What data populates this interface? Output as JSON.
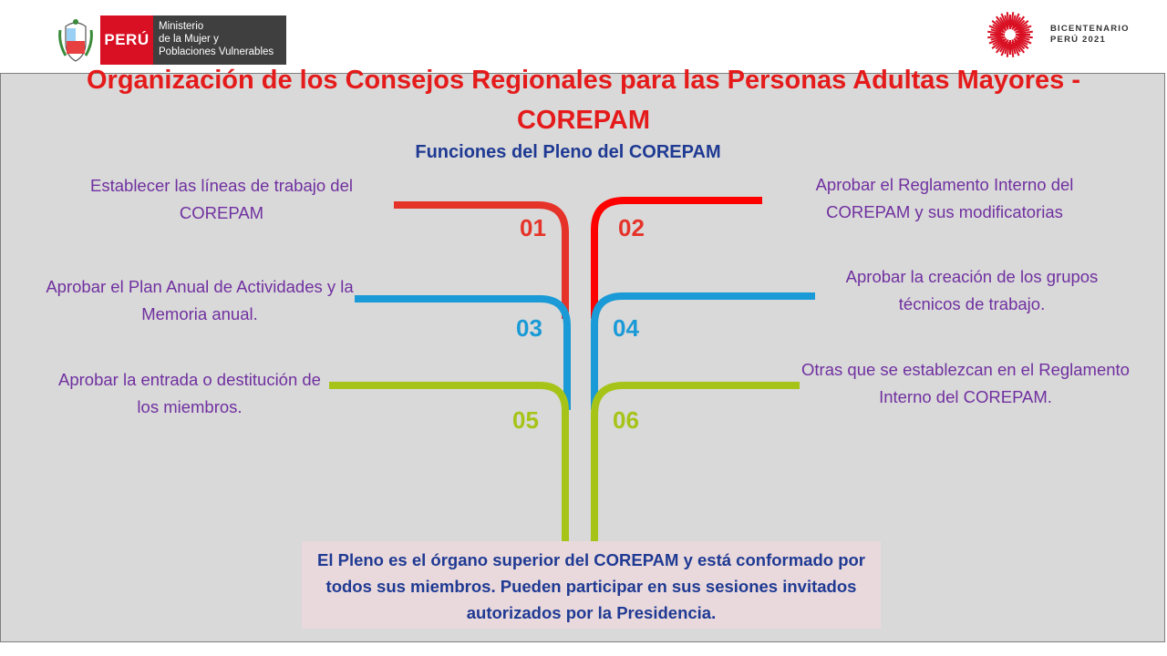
{
  "header": {
    "logo_country": "PERÚ",
    "ministry_lines": [
      "Ministerio",
      "de la Mujer y",
      "Poblaciones Vulnerables"
    ],
    "bicentenario_lines": [
      "BICENTENARIO",
      "PERÚ 2021"
    ]
  },
  "slide": {
    "title": "Organización de los Consejos Regionales para las Personas Adultas Mayores - COREPAM",
    "subtitle": "Funciones del Pleno del COREPAM",
    "functions": [
      {
        "number": "01",
        "text": "Establecer las líneas de trabajo del COREPAM",
        "color": "#e63329"
      },
      {
        "number": "02",
        "text": "Aprobar el Reglamento Interno del COREPAM y sus modificatorias",
        "color": "#ff0000"
      },
      {
        "number": "03",
        "text": "Aprobar el Plan Anual de Actividades y la Memoria anual.",
        "color": "#1a9ad6"
      },
      {
        "number": "04",
        "text": "Aprobar la creación de los grupos técnicos de trabajo.",
        "color": "#1a9ad6"
      },
      {
        "number": "05",
        "text": "Aprobar la entrada o destitución de los miembros.",
        "color": "#a5c417"
      },
      {
        "number": "06",
        "text": "Otras que se establezcan en el Reglamento Interno del COREPAM.",
        "color": "#a5c417"
      }
    ],
    "note": "El Pleno es el órgano superior del COREPAM y está conformado por todos sus miembros. Pueden participar en sus sesiones invitados autorizados por la Presidencia."
  }
}
